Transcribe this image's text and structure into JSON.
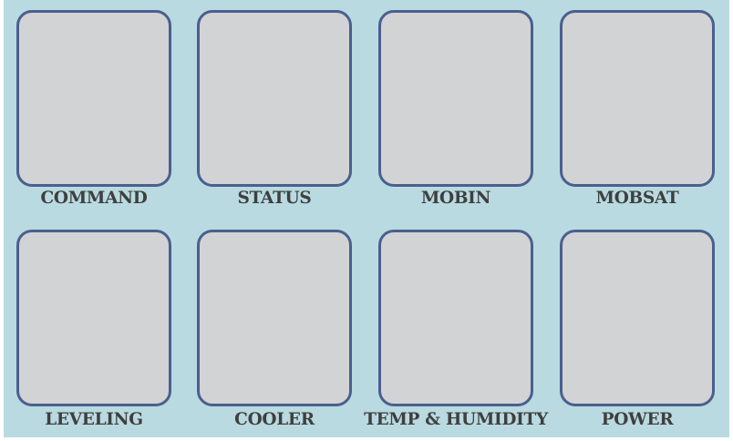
{
  "colors": {
    "panel_background": "#b9dae0",
    "tile_fill": "#d1d3d5",
    "tile_border": "#4b5f8e",
    "label_text": "#3f3f3f"
  },
  "tiles": [
    {
      "label": "COMMAND"
    },
    {
      "label": "STATUS"
    },
    {
      "label": "MOBIN"
    },
    {
      "label": "MOBSAT"
    },
    {
      "label": "LEVELING"
    },
    {
      "label": "COOLER"
    },
    {
      "label": "TEMP & HUMIDITY"
    },
    {
      "label": "POWER"
    }
  ]
}
